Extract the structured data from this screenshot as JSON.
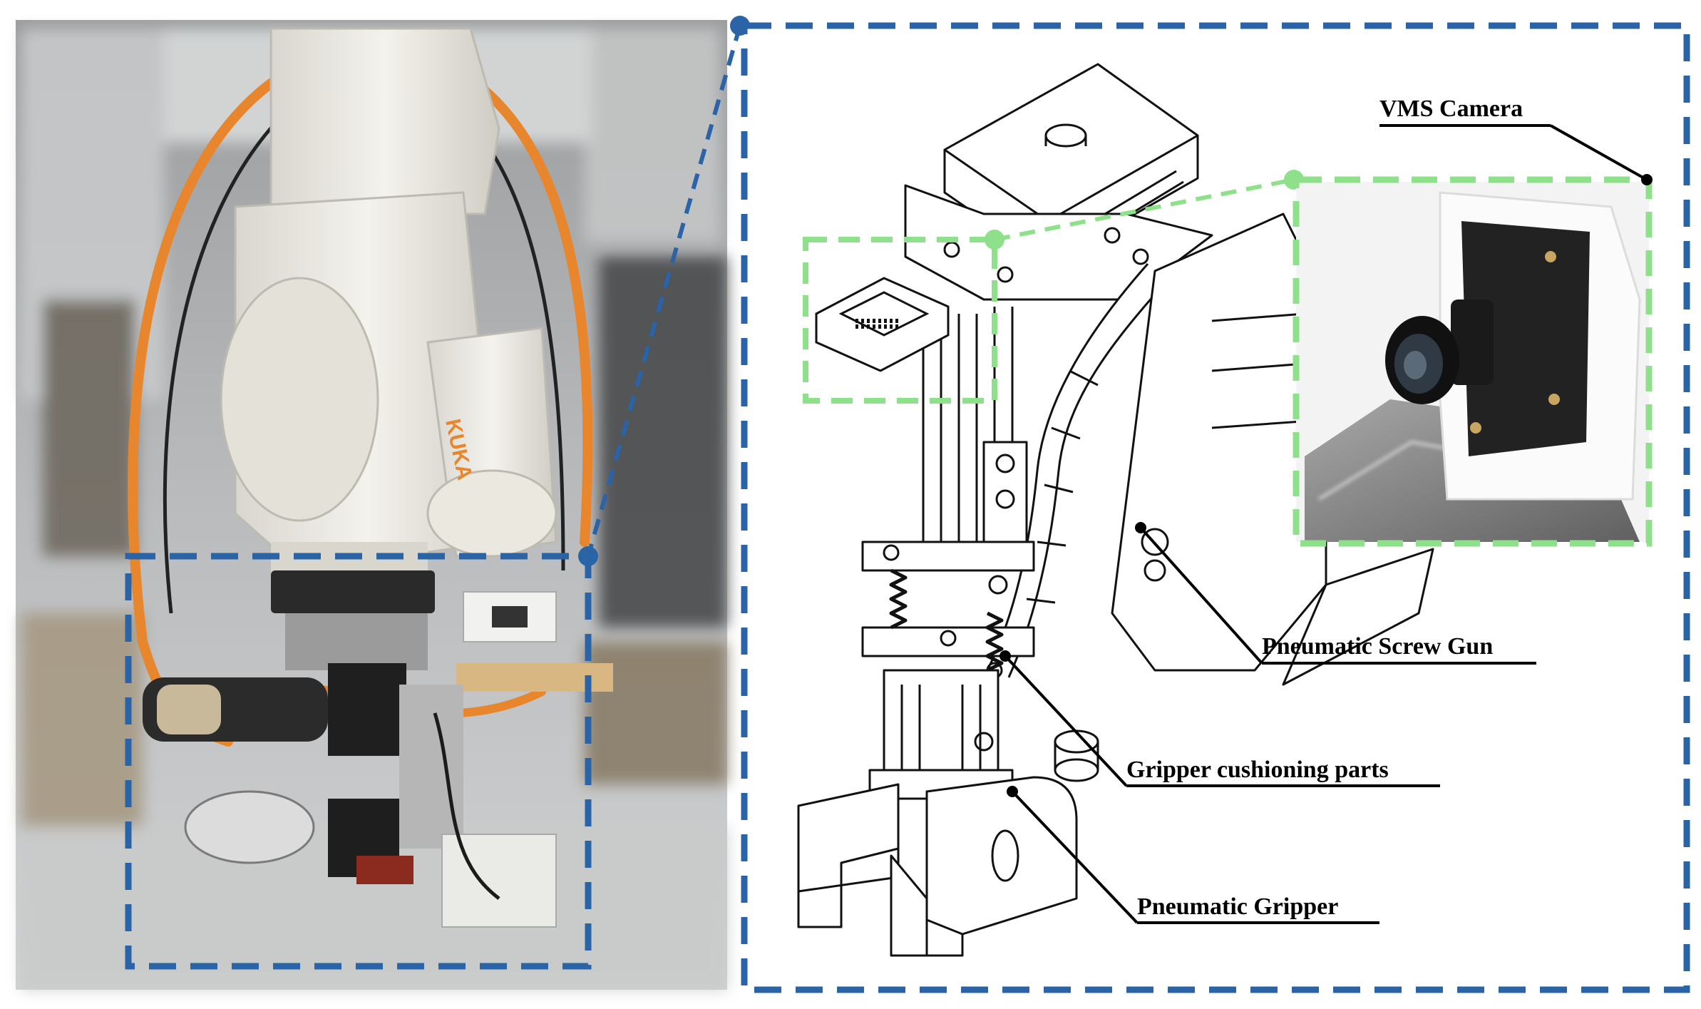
{
  "figure": {
    "photo": {
      "subject": "industrial robot arm with end effector",
      "brand_mark": "KUKA"
    },
    "callouts": {
      "vms_camera": "VMS Camera",
      "screw_gun": "Pneumatic Screw Gun",
      "cushioning": "Gripper cushioning parts",
      "gripper": "Pneumatic Gripper"
    },
    "colors": {
      "blue_frame": "#2a63a6",
      "green_frame": "#8fe08a",
      "robot_orange": "#e8862e",
      "robot_white": "#eeece6",
      "leader_line": "#000000"
    }
  }
}
